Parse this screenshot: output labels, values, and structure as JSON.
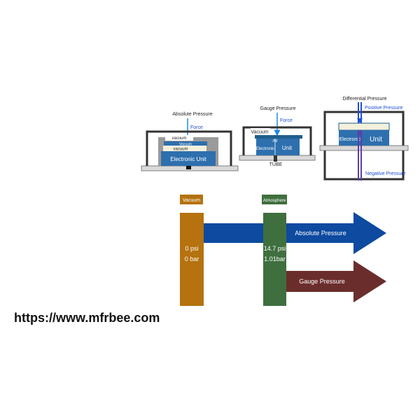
{
  "sensors": {
    "absolute": {
      "title": "Absolute Pressure",
      "force": "Force",
      "vacuum_top": "vacuum",
      "vacuum_mid": "Vacuum",
      "vacuum_bottom": "vacuum",
      "unit": "Electronic Unit"
    },
    "gauge": {
      "title": "Gauge Pressure",
      "force": "Force",
      "vacuum": "Vacuum",
      "air": "Air",
      "electronic": "Electronic",
      "unit": "Unit",
      "tube": "TUBE"
    },
    "differential": {
      "title": "Differential Pressure",
      "positive": "Positive Pressure",
      "negative": "Negative Pressure",
      "electronic": "Electronic",
      "unit": "Unit"
    }
  },
  "scale": {
    "vacuum_header": "Vacuum",
    "atmosphere_header": "Atmosphere",
    "vacuum_psi": "0 psi",
    "vacuum_bar": "0 bar",
    "atm_psi": "14.7 psi",
    "atm_bar": "1.01bar",
    "absolute_label": "Absolute Pressure",
    "gauge_label": "Gauge Pressure"
  },
  "colors": {
    "vacuum": "#b5720f",
    "atmosphere": "#3f6f3f",
    "absolute_arrow": "#0d4aa0",
    "gauge_arrow": "#6b2d2b",
    "unit_blue": "#2e6fae",
    "force_blue": "#1e88e5"
  },
  "watermark": "https://www.mfrbee.com"
}
